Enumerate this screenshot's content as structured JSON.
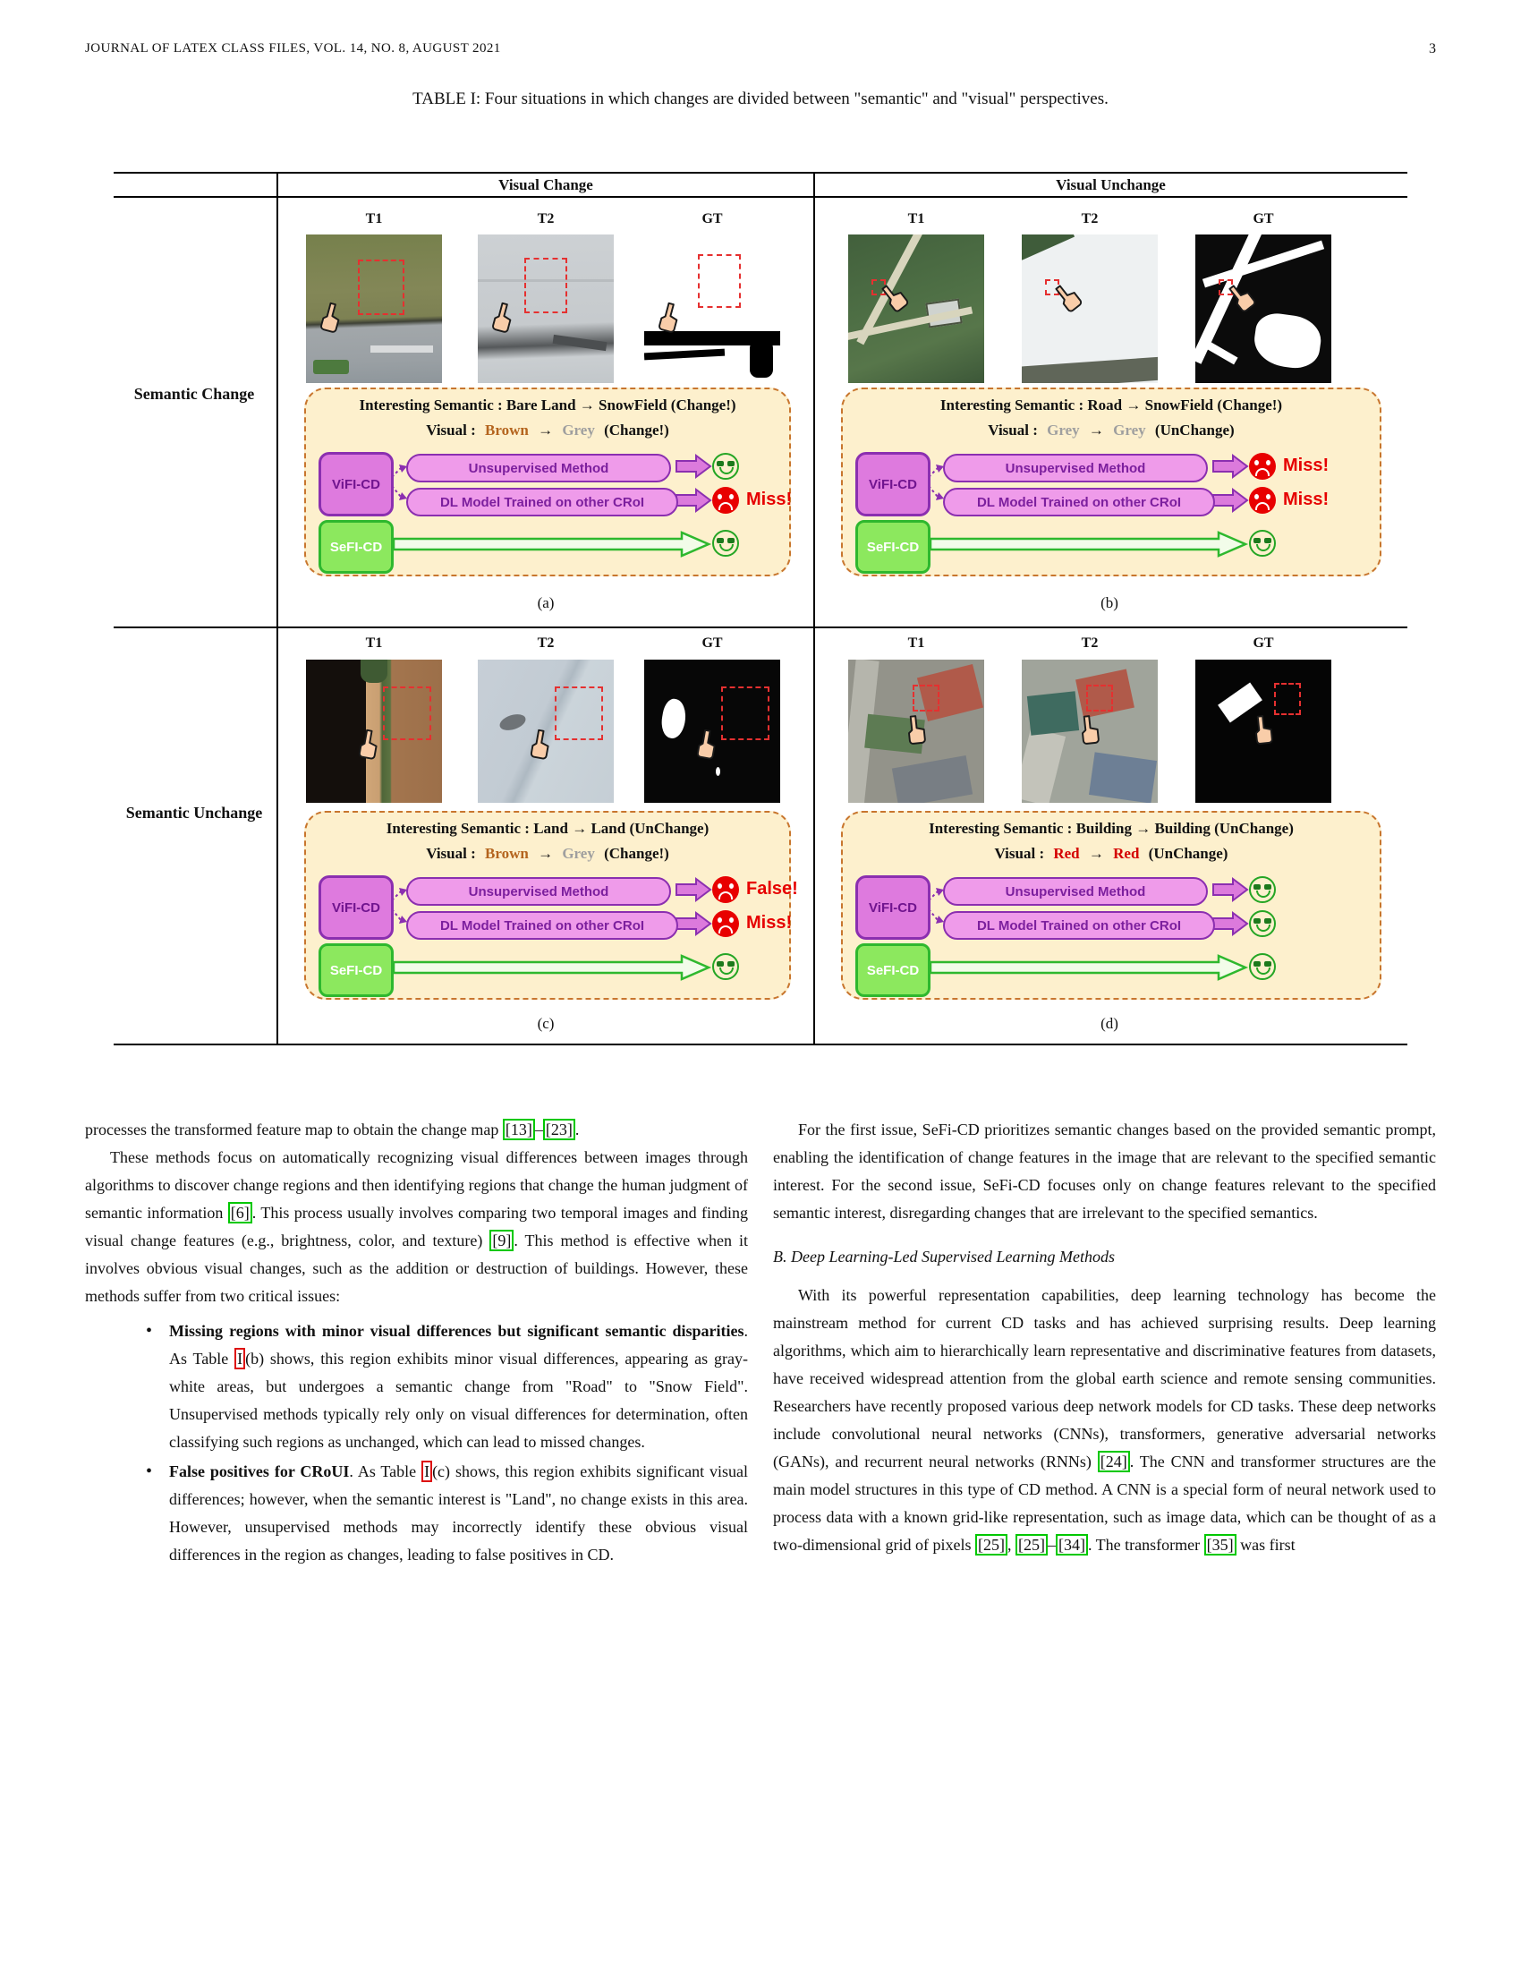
{
  "page": {
    "header_left": "JOURNAL OF LATEX CLASS FILES, VOL. 14, NO. 8, AUGUST 2021",
    "page_number": "3"
  },
  "table": {
    "title": "TABLE I: Four situations in which changes are divided between \"semantic\" and \"visual\" perspectives.",
    "col_headers": [
      "Visual Change",
      "Visual Unchange"
    ],
    "row_headers": [
      "Semantic Change",
      "Semantic Unchange"
    ],
    "image_labels": [
      "T1",
      "T2",
      "GT"
    ],
    "colors": {
      "panel_bg": "#fdf0cd",
      "panel_border": "#c8762e",
      "violet_fill": "#de7ade",
      "violet_border": "#8b2fb0",
      "capsule_fill": "#ef9bea",
      "green_fill": "#8ce85e",
      "green_border": "#2eb82e",
      "good_face": "#24a524",
      "bad_face": "#e80000",
      "note": "#e60000",
      "citation_box": "#00c800",
      "table_ref_box": "#dd1111",
      "roi_box": "#e53030"
    },
    "panels": [
      {
        "caption": "(a)",
        "semantic": "Interesting Semantic : Bare Land → SnowField (Change!)",
        "visual_prefix": "Visual :",
        "visual_from": "Brown",
        "visual_from_color": "#b4641e",
        "visual_arrow": "→",
        "visual_to": "Grey",
        "visual_to_color": "#9f9f9f",
        "visual_result": "(Change!)",
        "vifi_label": "ViFI-CD",
        "sefi_label": "SeFI-CD",
        "methods": [
          {
            "label": "Unsupervised Method",
            "mood": "happy",
            "note": ""
          },
          {
            "label": "DL Model Trained on other CRoI",
            "mood": "sad",
            "note": "Miss!"
          }
        ],
        "sefi": {
          "mood": "happy",
          "note": ""
        }
      },
      {
        "caption": "(b)",
        "semantic": "Interesting Semantic : Road → SnowField (Change!)",
        "visual_prefix": "Visual :",
        "visual_from": "Grey",
        "visual_from_color": "#9f9f9f",
        "visual_arrow": "→",
        "visual_to": "Grey",
        "visual_to_color": "#9f9f9f",
        "visual_result": "(UnChange)",
        "vifi_label": "ViFI-CD",
        "sefi_label": "SeFI-CD",
        "methods": [
          {
            "label": "Unsupervised Method",
            "mood": "sad",
            "note": "Miss!"
          },
          {
            "label": "DL Model Trained on other CRoI",
            "mood": "sad",
            "note": "Miss!"
          }
        ],
        "sefi": {
          "mood": "happy",
          "note": ""
        }
      },
      {
        "caption": "(c)",
        "semantic": "Interesting Semantic : Land → Land (UnChange)",
        "visual_prefix": "Visual :",
        "visual_from": "Brown",
        "visual_from_color": "#b4641e",
        "visual_arrow": "→",
        "visual_to": "Grey",
        "visual_to_color": "#9f9f9f",
        "visual_result": "(Change!)",
        "vifi_label": "ViFI-CD",
        "sefi_label": "SeFI-CD",
        "methods": [
          {
            "label": "Unsupervised Method",
            "mood": "sad",
            "note": "False!"
          },
          {
            "label": "DL Model Trained on other CRoI",
            "mood": "sad",
            "note": "Miss!"
          }
        ],
        "sefi": {
          "mood": "happy",
          "note": ""
        }
      },
      {
        "caption": "(d)",
        "semantic": "Interesting Semantic : Building → Building (UnChange)",
        "visual_prefix": "Visual :",
        "visual_from": "Red",
        "visual_from_color": "#d40000",
        "visual_arrow": "→",
        "visual_to": "Red",
        "visual_to_color": "#d40000",
        "visual_result": "(UnChange)",
        "vifi_label": "ViFI-CD",
        "sefi_label": "SeFI-CD",
        "methods": [
          {
            "label": "Unsupervised Method",
            "mood": "happy",
            "note": ""
          },
          {
            "label": "DL Model Trained on other CRoI",
            "mood": "happy",
            "note": ""
          }
        ],
        "sefi": {
          "mood": "happy",
          "note": ""
        }
      }
    ]
  },
  "body": {
    "left": {
      "p0": {
        "s0": "processes the transformed feature map to obtain the change map ",
        "c0": "[13]",
        "s1": "–",
        "c1": "[23]",
        "s2": "."
      },
      "p1": {
        "s0": "These methods focus on automatically recognizing visual differences between images through algorithms to discover change regions and then identifying regions that change the human judgment of semantic information ",
        "c0": "[6]",
        "s1": ". This process usually involves comparing two temporal images and finding visual change features (e.g., brightness, color, and texture) ",
        "c1": "[9]",
        "s2": ". This method is effective when it involves obvious visual changes, such as the addition or destruction of buildings. However, these methods suffer from two critical issues:"
      },
      "b0": {
        "bold": "Missing regions with minor visual differences but significant semantic disparities",
        "s0": ". As Table ",
        "ref": "I",
        "s1": "(b) shows, this region exhibits minor visual differences, appearing as gray-white areas, but undergoes a semantic change from \"Road\" to \"Snow Field\". Unsupervised methods typically rely only on visual differences for determination, often classifying such regions as unchanged, which can lead to missed changes."
      },
      "b1": {
        "bold": "False positives for CRoUI",
        "s0": ". As Table ",
        "ref": "I",
        "s1": "(c) shows, this region exhibits significant visual differences; however, when the semantic interest is \"Land\", no change exists in this area. However, unsupervised methods may incorrectly identify these obvious visual differences in the region as changes, leading to false positives in CD."
      }
    },
    "right": {
      "p0": {
        "s0": "For the first issue, SeFi-CD prioritizes semantic changes based on the provided semantic prompt, enabling the identification of change features in the image that are relevant to the specified semantic interest. For the second issue, SeFi-CD focuses only on change features relevant to the specified semantic interest, disregarding changes that are irrelevant to the specified semantics."
      },
      "heading": "B. Deep Learning-Led Supervised Learning Methods",
      "p1": {
        "s0": "With its powerful representation capabilities, deep learning technology has become the mainstream method for current CD tasks and has achieved surprising results. Deep learning algorithms, which aim to hierarchically learn representative and discriminative features from datasets, have received widespread attention from the global earth science and remote sensing communities. Researchers have recently proposed various deep network models for CD tasks. These deep networks include convolutional neural networks (CNNs), transformers, generative adversarial networks (GANs), and recurrent neural networks (RNNs) ",
        "c0": "[24]",
        "s1": ". The CNN and transformer structures are the main model structures in this type of CD method. A CNN is a special form of neural network used to process data with a known grid-like representation, such as image data, which can be thought of as a two-dimensional grid of pixels ",
        "c1": "[25]",
        "s2": ", ",
        "c2": "[25]",
        "s3": "–",
        "c3": "[34]",
        "s4": ". The transformer ",
        "c4": "[35]",
        "s5": " was first"
      }
    }
  }
}
